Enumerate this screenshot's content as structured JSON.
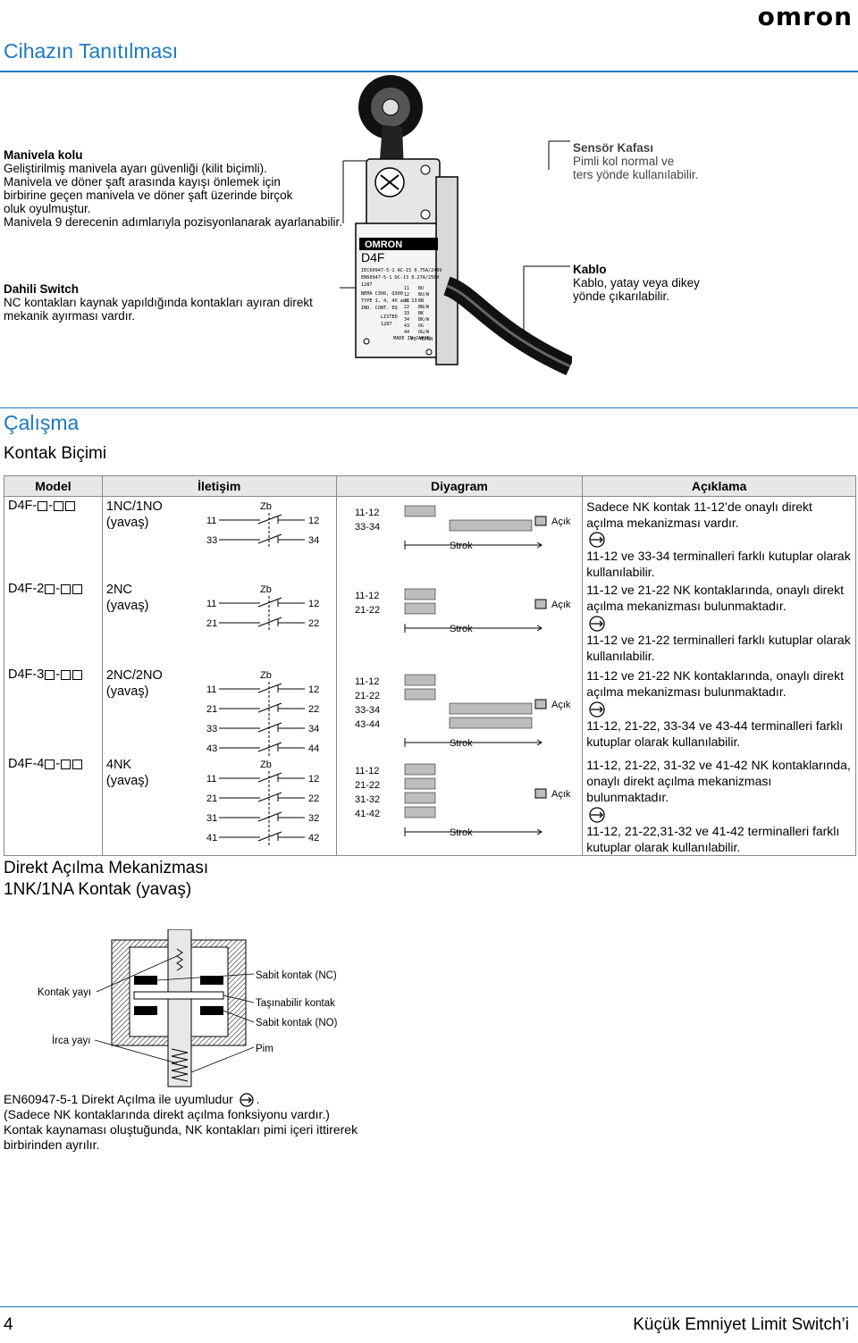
{
  "brand": "omron",
  "page_title": "Cihazın Tanıtılması",
  "annotations": {
    "lever": {
      "title": "Manivela kolu",
      "lines": [
        "Geliştirilmiş manivela ayarı güvenliği (kilit biçimli).",
        "Manivela ve döner şaft arasında kayışı önlemek için",
        "birbirine geçen manivela ve döner şaft üzerinde birçok",
        "oluk oyulmuştur.",
        "Manivela 9 derecenin adımlarıyla pozisyonlanarak ayarlanabilir."
      ]
    },
    "sensor": {
      "title": "Sensör Kafası",
      "lines": [
        "Pimli kol normal ve",
        "ters yönde kullanılabilir."
      ]
    },
    "switch": {
      "title": "Dahili Switch",
      "lines": [
        "NC kontakları kaynak yapıldığında kontakları ayıran direkt",
        "mekanik ayırması vardır."
      ]
    },
    "cable": {
      "title": "Kablo",
      "lines": [
        "Kablo, yatay veya dikey",
        "yönde çıkarılabilir."
      ]
    }
  },
  "device_label": {
    "brand": "OMRON",
    "model": "D4F",
    "lines": [
      "IEC60947-5-1 AC-15 0.75A/240V",
      "EN60947-5-1 DC-13 0.27A/250V",
      "1287",
      "NEMA C300, Q300",
      "TYPE 1, 4, 4X and 13",
      "IND. CONT. EQ",
      "LISTED",
      "1287",
      "MADE IN JAPAN"
    ],
    "terminals": [
      "11",
      "12",
      "21",
      "22",
      "33",
      "34",
      "43",
      "44"
    ],
    "wires": [
      "BU",
      "BU/W",
      "BN",
      "BN/W",
      "BK",
      "BK/W",
      "OG",
      "OG/W",
      "PE YE/GN"
    ]
  },
  "section2_title": "Çalışma",
  "section2_sub": "Kontak Biçimi",
  "table": {
    "headers": [
      "Model",
      "İletişim",
      "Diyagram",
      "Açıklama"
    ],
    "rows": [
      {
        "model_prefix": "D4F-",
        "model_mid": "-",
        "contact": [
          "1NC/1NO",
          "(yavaş)"
        ],
        "zb": "Zb",
        "pairs": [
          [
            "11",
            "12"
          ],
          [
            "33",
            "34"
          ]
        ],
        "diag_labels": [
          "11-12",
          "33-34"
        ],
        "strok": "Strok",
        "acik": "Açık",
        "desc": [
          "Sadece NK kontak 11-12’de onaylı direkt açılma mekanizması vardır.",
          "11-12 ve 33-34 terminalleri farklı kutuplar olarak kullanılabilir."
        ]
      },
      {
        "model_prefix": "D4F-2",
        "model_mid": "-",
        "contact": [
          "2NC",
          "(yavaş)"
        ],
        "zb": "Zb",
        "pairs": [
          [
            "11",
            "12"
          ],
          [
            "21",
            "22"
          ]
        ],
        "diag_labels": [
          "11-12",
          "21-22"
        ],
        "strok": "Strok",
        "acik": "Açık",
        "desc": [
          "11-12 ve 21-22 NK kontaklarında, onaylı direkt açılma mekanizması bulunmaktadır.",
          "11-12 ve 21-22 terminalleri farklı kutuplar olarak kullanılabilir."
        ]
      },
      {
        "model_prefix": "D4F-3",
        "model_mid": "-",
        "contact": [
          "2NC/2NO",
          "(yavaş)"
        ],
        "zb": "Zb",
        "pairs": [
          [
            "11",
            "12"
          ],
          [
            "21",
            "22"
          ],
          [
            "33",
            "34"
          ],
          [
            "43",
            "44"
          ]
        ],
        "diag_labels": [
          "11-12",
          "21-22",
          "33-34",
          "43-44"
        ],
        "strok": "Strok",
        "acik": "Açık",
        "desc": [
          "11-12 ve 21-22 NK kontaklarında, onaylı direkt açılma mekanizması bulunmaktadır.",
          "11-12, 21-22, 33-34 ve 43-44 terminalleri farklı kutuplar olarak kullanılabilir."
        ]
      },
      {
        "model_prefix": "D4F-4",
        "model_mid": "-",
        "contact": [
          "4NK",
          "(yavaş)"
        ],
        "zb": "Zb",
        "pairs": [
          [
            "11",
            "12"
          ],
          [
            "21",
            "22"
          ],
          [
            "31",
            "32"
          ],
          [
            "41",
            "42"
          ]
        ],
        "diag_labels": [
          "11-12",
          "21-22",
          "31-32",
          "41-42"
        ],
        "strok": "Strok",
        "acik": "Açık",
        "desc": [
          "11-12, 21-22, 31-32 ve 41-42 NK kontaklarında, onaylı direkt açılma mekanizması bulunmaktadır.",
          "11-12, 21-22,31-32 ve 41-42 terminalleri farklı kutuplar olarak kullanılabilir."
        ]
      }
    ]
  },
  "mechanism": {
    "title_line1": "Direkt Açılma Mekanizması",
    "title_line2": "1NK/1NA Kontak (yavaş)",
    "labels": {
      "fixed_nc": "Sabit kontak (NC)",
      "contact_spring": "Kontak yayı",
      "movable": "Taşınabilir kontak",
      "fixed_no": "Sabit kontak (NO)",
      "return_spring": "İrca yayı",
      "pin": "Pim"
    }
  },
  "bottom_text": {
    "line1": "EN60947-5-1 Direkt Açılma ile uyumludur",
    "line1_end": ".",
    "line2": "(Sadece NK kontaklarında direkt açılma fonksiyonu vardır.)",
    "line3": "Kontak kaynaması oluştuğunda, NK kontakları pimi içeri ittirerek",
    "line4": "birbirinden ayrılır."
  },
  "footer": {
    "page_number": "4",
    "doc_title": "Küçük Emniyet Limit Switch’i"
  },
  "colors": {
    "accent": "#1c79c5",
    "table_header": "#e7e7e7"
  }
}
